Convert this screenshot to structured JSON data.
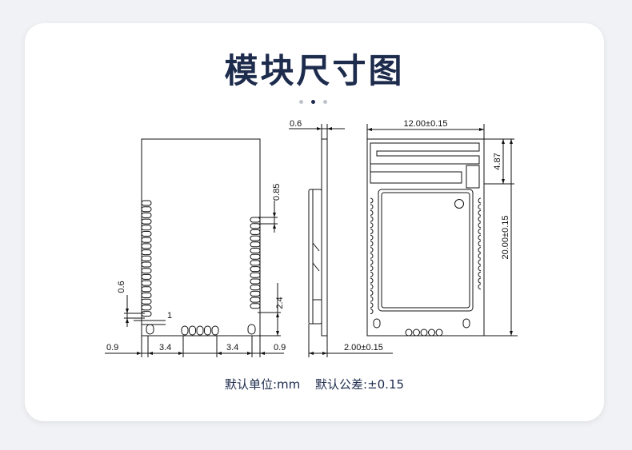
{
  "title": "模块尺寸图",
  "dims": {
    "pad_pitch": "0.85",
    "pad_width": "0.6",
    "pad_gap": "1",
    "pad_block": "2.4",
    "edge_margin_left": "0.9",
    "edge_margin_right": "0.9",
    "pad_span_left": "3.4",
    "pad_span_right": "3.4",
    "pcb_thickness": "0.6",
    "total_thickness": "2.00±0.15",
    "width": "12.00±0.15",
    "antenna_height": "4.87",
    "length": "20.00±0.15"
  },
  "footer": {
    "unit": "默认单位:mm",
    "tolerance": "默认公差:±0.15"
  }
}
